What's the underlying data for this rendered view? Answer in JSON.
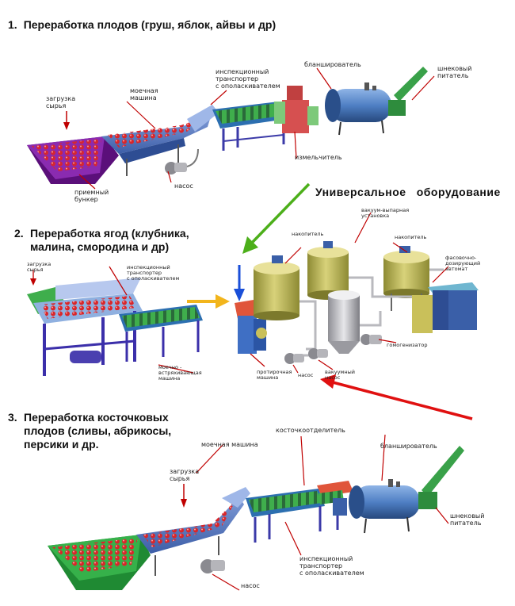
{
  "section1": {
    "number": "1.",
    "title": "Переработка плодов (груш, яблок, айвы и др)",
    "labels": {
      "loading": "загрузка\nсырья",
      "washer": "моечная\nмашина",
      "inspection": "инспекционный\nтранспортер\nс ополаскивателем",
      "blancher": "бланширователь",
      "screw_feeder": "шнековый\nпитатель",
      "hopper": "приемный\nбункер",
      "pump": "насос",
      "grinder": "измельчитель"
    }
  },
  "universal": {
    "title": "Универсальное   оборудование",
    "labels": {
      "vacuum_unit": "вакуум-выпарная\nустановка",
      "storage1": "накопитель",
      "storage2": "накопитель",
      "filler": "фасовочно-\nдозирующий\nавтомат",
      "homogenizer": "гомогенизатор",
      "vacuum_pump": "вакуумный\nнасос",
      "pump": "насос",
      "wiping_machine": "протирочная\nмашина"
    }
  },
  "section2": {
    "number": "2.",
    "title": "Переработка ягод (клубника,\nмалина, смородина и др)",
    "labels": {
      "loading": "загрузка\nсырья",
      "inspection": "инспекционный\nтранспортер\nс ополаскивателем",
      "washer": "моечно -\nвстряхивающая\nмашина"
    }
  },
  "section3": {
    "number": "3.",
    "title": "Переработка косточковых\nплодов (сливы, абрикосы,\nперсики и др.",
    "labels": {
      "washer": "моечная машина",
      "pitter": "косточкоотделитель",
      "blancher": "бланширователь",
      "loading": "загрузка\nсырья",
      "screw_feeder": "шнековый\nпитатель",
      "pump": "насос",
      "inspection": "инспекционный\nтранспортер\nс ополаскивателем"
    }
  },
  "colors": {
    "green_arrow": "#4caf1a",
    "yellow_arrow": "#f2b51c",
    "red_arrow": "#e01010",
    "blue_arrow": "#1a4fd8",
    "frame_blue": "#4a3fb0",
    "tank_yellow": "#c9c05a",
    "conveyor_green": "#2f9a3c",
    "hopper_purple": "#7a1f9a",
    "leader_red": "#c00000"
  }
}
